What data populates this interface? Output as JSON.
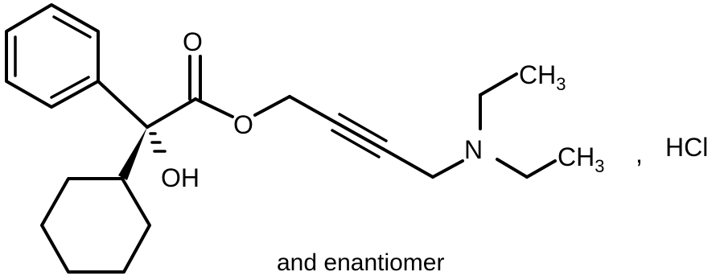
{
  "molecule": {
    "atoms": {
      "carbonyl_oxygen": "O",
      "ester_oxygen": "O",
      "hydroxyl": "OH",
      "nitrogen": "N",
      "methyl_top": {
        "element": "CH",
        "subscript": "3"
      },
      "methyl_right": {
        "element": "CH",
        "subscript": "3"
      }
    },
    "salt_separator": ",",
    "salt": "HCl"
  },
  "caption": "and enantiomer"
}
